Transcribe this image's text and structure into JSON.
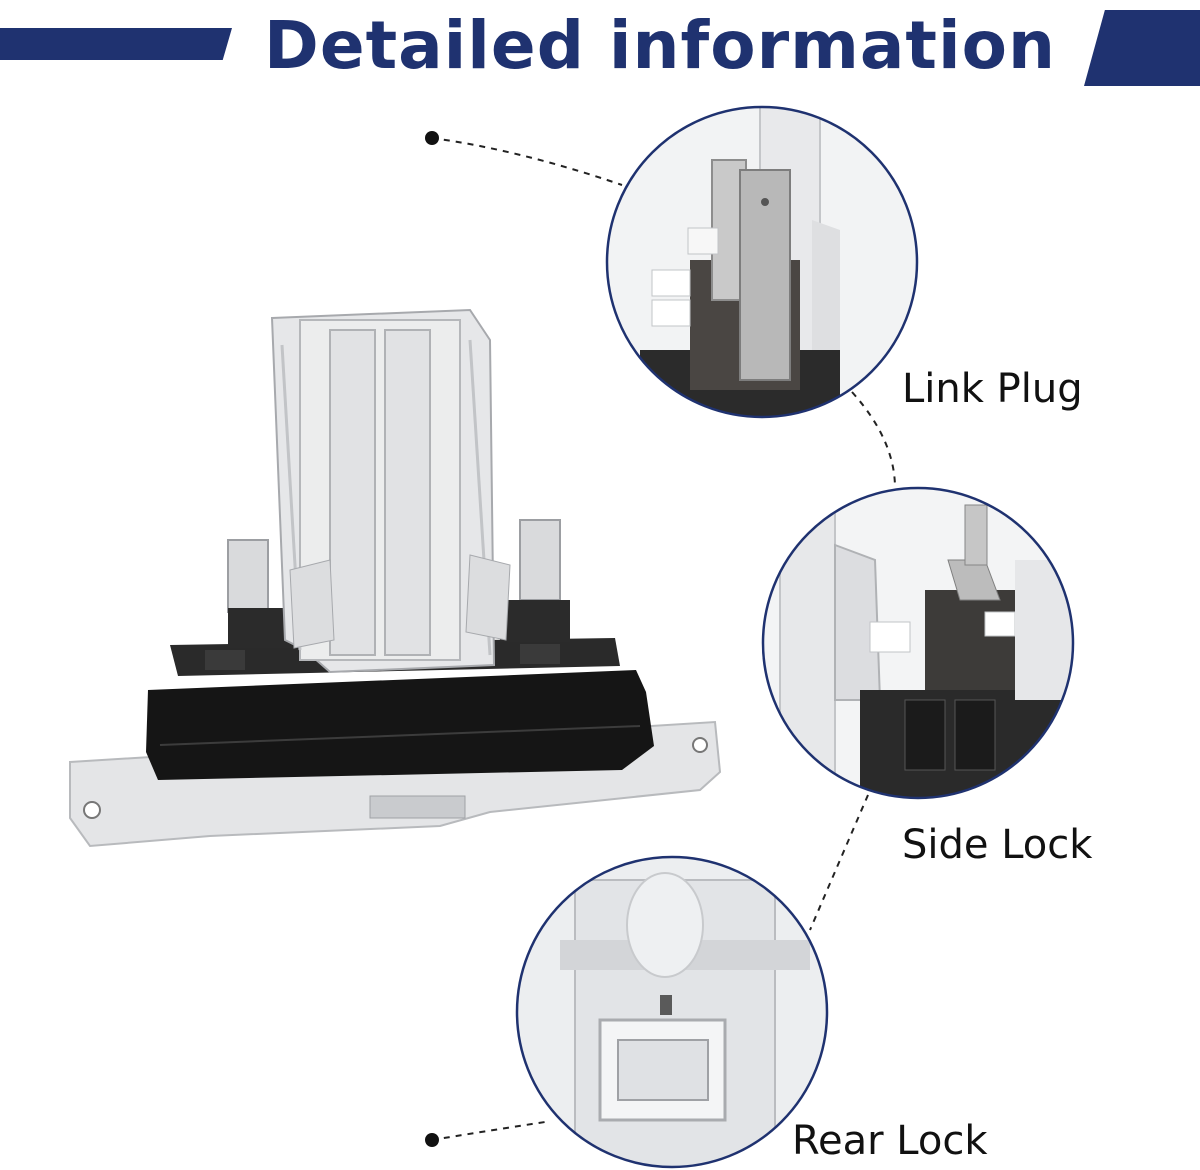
{
  "header": {
    "title": "Detailed information"
  },
  "callouts": [
    {
      "label": "Link Plug"
    },
    {
      "label": "Side Lock"
    },
    {
      "label": "Rear Lock"
    }
  ],
  "colors": {
    "brand": "#1f3270",
    "part_gray": "#e3e4e6",
    "handle_black": "#141414"
  }
}
